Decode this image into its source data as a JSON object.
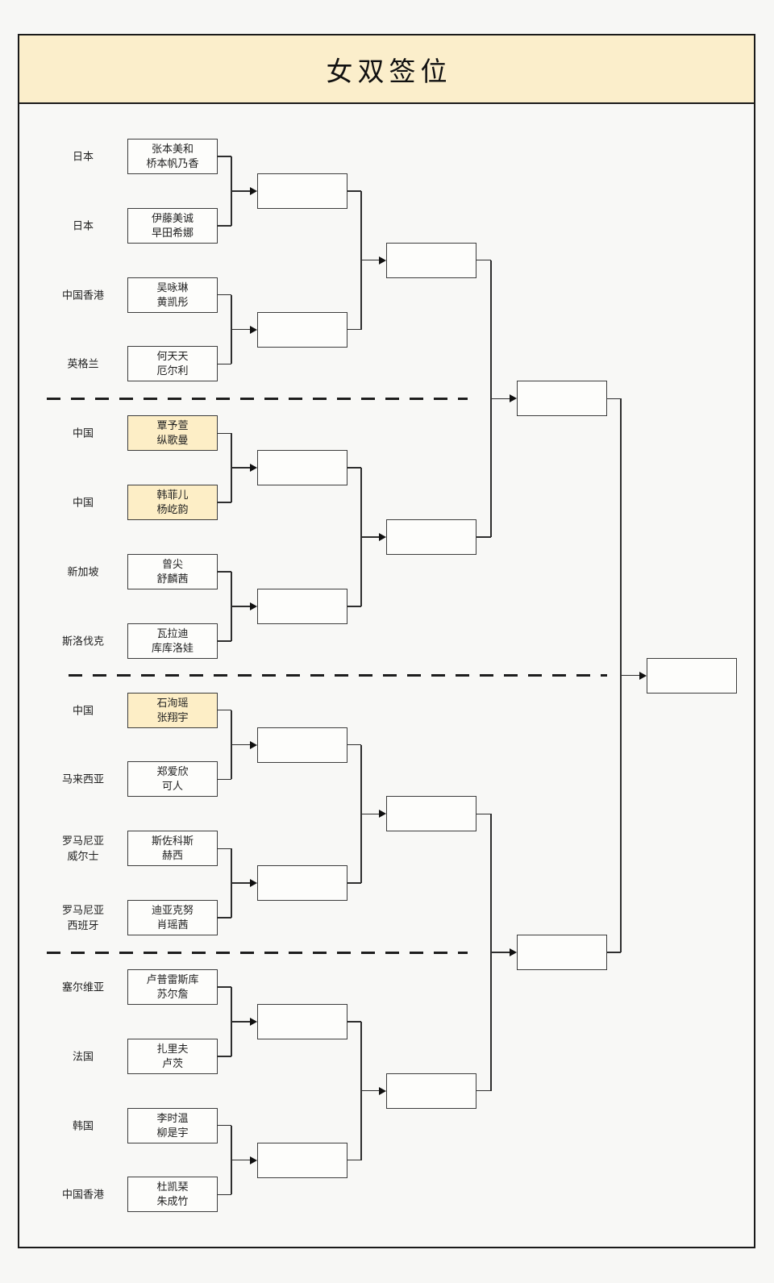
{
  "title": "女双签位",
  "colors": {
    "background": "#f7f7f5",
    "frame_border": "#1a1a1a",
    "title_band": "#fbeecb",
    "box_fill": "#fdfdfb",
    "highlight_fill": "#fdeec6",
    "line": "#2e2e2e"
  },
  "bracket": {
    "entries": [
      {
        "country": "日本",
        "players": [
          "张本美和",
          "桥本帆乃香"
        ],
        "highlighted": false
      },
      {
        "country": "日本",
        "players": [
          "伊藤美诚",
          "早田希娜"
        ],
        "highlighted": false
      },
      {
        "country": "中国香港",
        "players": [
          "吴咏琳",
          "黄凯彤"
        ],
        "highlighted": false
      },
      {
        "country": "英格兰",
        "players": [
          "何天天",
          "厄尔利"
        ],
        "highlighted": false
      },
      {
        "country": "中国",
        "players": [
          "覃予萱",
          "纵歌曼"
        ],
        "highlighted": true
      },
      {
        "country": "中国",
        "players": [
          "韩菲儿",
          "杨屹韵"
        ],
        "highlighted": true
      },
      {
        "country": "新加坡",
        "players": [
          "曾尖",
          "舒麟茜"
        ],
        "highlighted": false
      },
      {
        "country": "斯洛伐克",
        "players": [
          "瓦拉迪",
          "库库洛娃"
        ],
        "highlighted": false
      },
      {
        "country": "中国",
        "players": [
          "石洵瑶",
          "张翔宇"
        ],
        "highlighted": true
      },
      {
        "country": "马来西亚",
        "players": [
          "郑爱欣",
          "可人"
        ],
        "highlighted": false
      },
      {
        "country": "罗马尼亚\n威尔士",
        "players": [
          "斯佐科斯",
          "赫西"
        ],
        "highlighted": false
      },
      {
        "country": "罗马尼亚\n西班牙",
        "players": [
          "迪亚克努",
          "肖瑶茜"
        ],
        "highlighted": false
      },
      {
        "country": "塞尔维亚",
        "players": [
          "卢普雷斯库",
          "苏尔詹"
        ],
        "highlighted": false
      },
      {
        "country": "法国",
        "players": [
          "扎里夫",
          "卢茨"
        ],
        "highlighted": false
      },
      {
        "country": "韩国",
        "players": [
          "李时温",
          "柳是宇"
        ],
        "highlighted": false
      },
      {
        "country": "中国香港",
        "players": [
          "杜凯琹",
          "朱成竹"
        ],
        "highlighted": false
      }
    ]
  }
}
